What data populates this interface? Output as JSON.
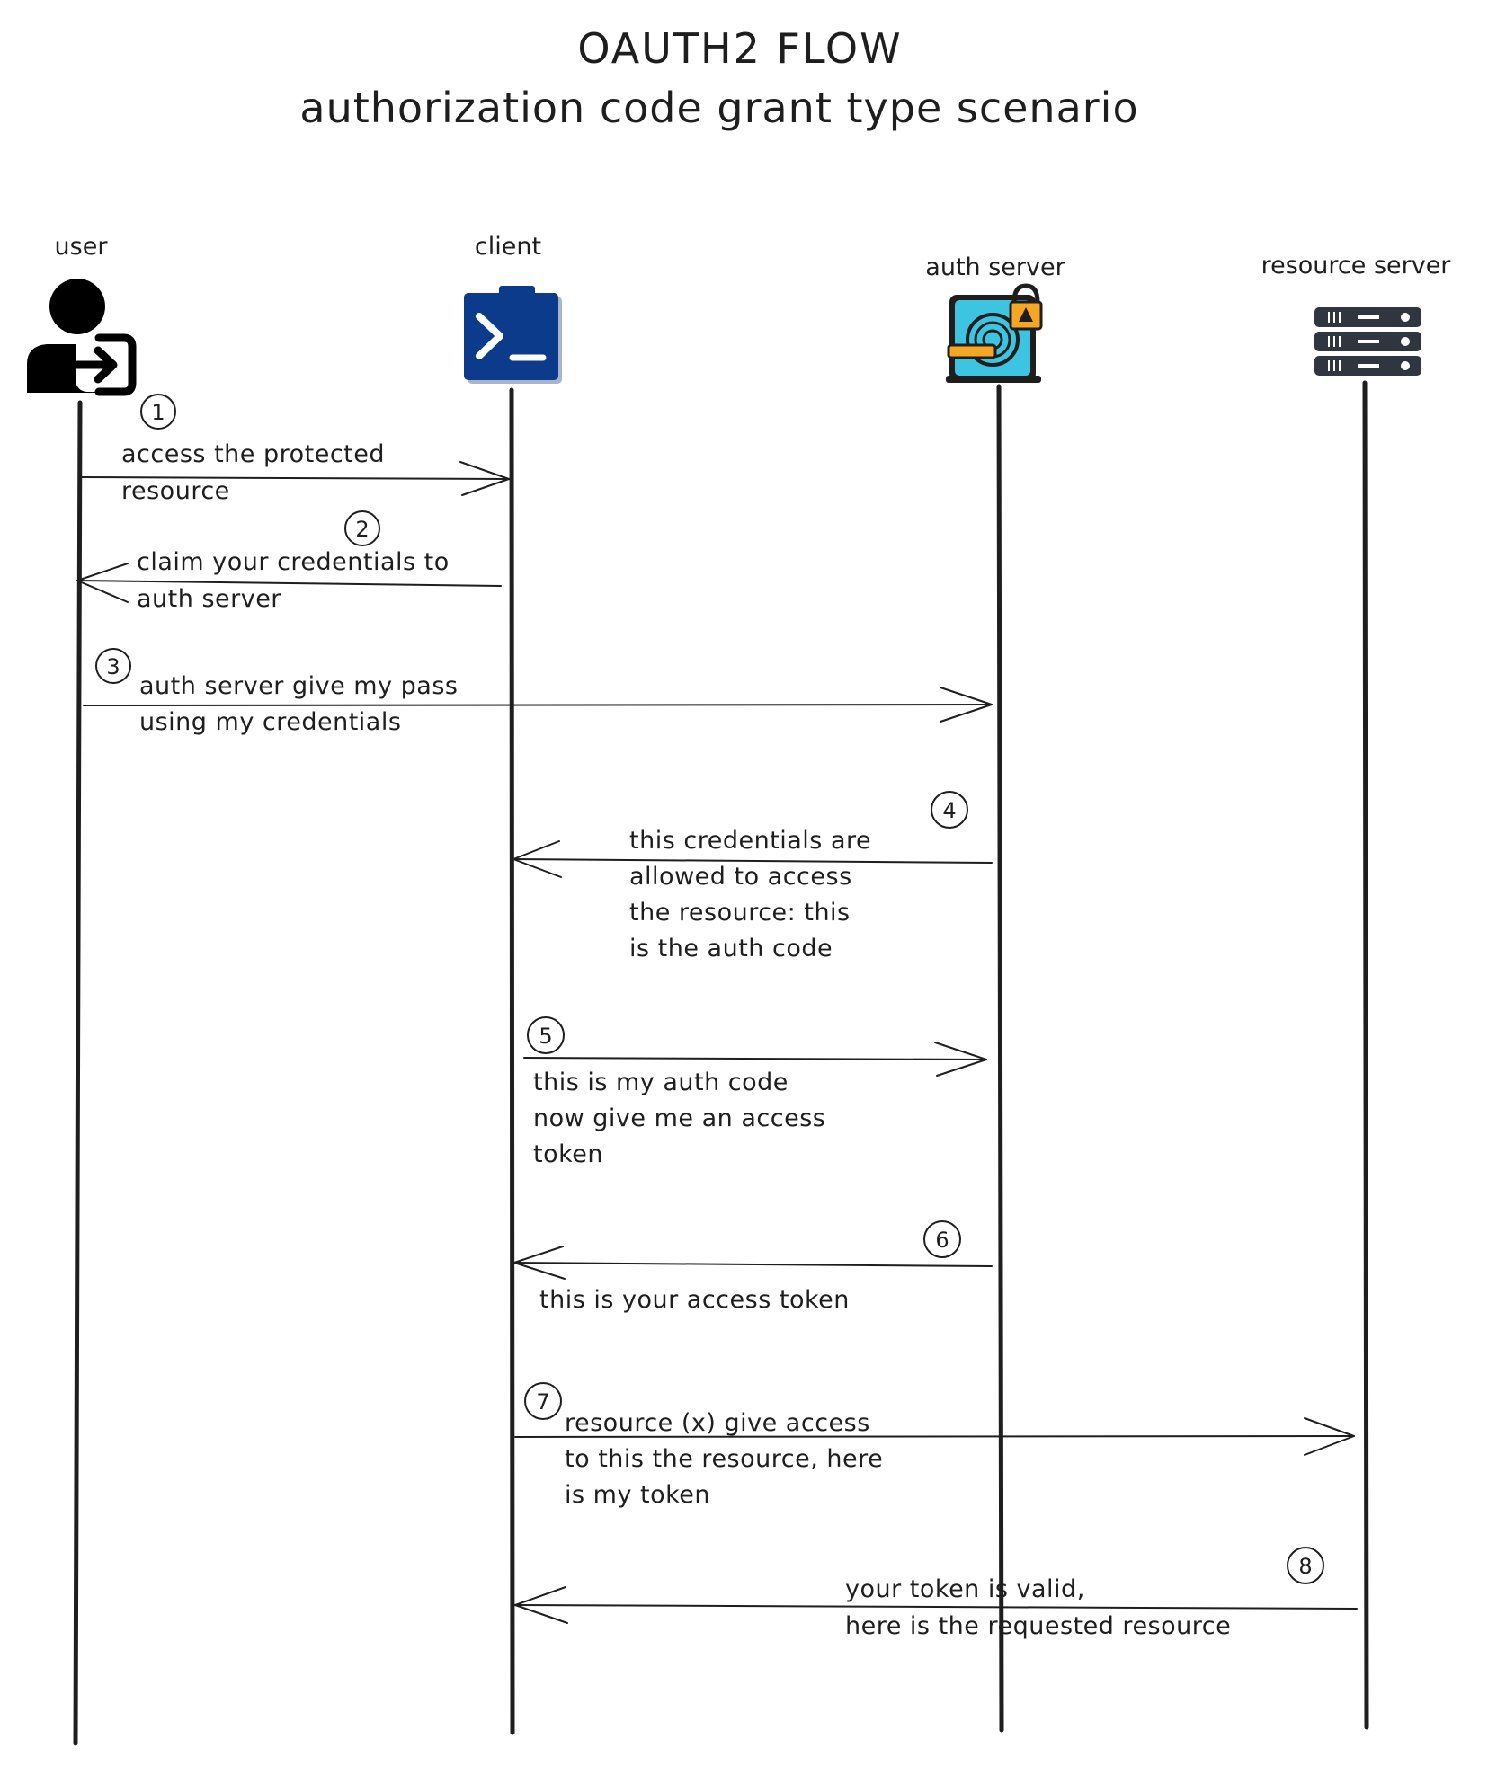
{
  "title": {
    "line1": "OAUTH2 FLOW",
    "line2": "authorization code grant type scenario"
  },
  "participants": [
    {
      "id": "user",
      "label": "user",
      "icon": "user-login-icon"
    },
    {
      "id": "client",
      "label": "client",
      "icon": "powershell-terminal-icon"
    },
    {
      "id": "auth",
      "label": "auth server",
      "icon": "fingerprint-lock-icon"
    },
    {
      "id": "resource",
      "label": "resource server",
      "icon": "server-rack-icon"
    }
  ],
  "messages": [
    {
      "step": "1",
      "from": "user",
      "to": "client",
      "lines": [
        "access the protected",
        "resource"
      ]
    },
    {
      "step": "2",
      "from": "client",
      "to": "user",
      "lines": [
        "claim your credentials to",
        "auth server"
      ]
    },
    {
      "step": "3",
      "from": "user",
      "to": "auth",
      "lines": [
        "auth server give my pass",
        "using my credentials"
      ]
    },
    {
      "step": "4",
      "from": "auth",
      "to": "client",
      "lines": [
        "this credentials are",
        "allowed to access",
        "the resource: this",
        "is the auth code"
      ]
    },
    {
      "step": "5",
      "from": "client",
      "to": "auth",
      "lines": [
        "this is my auth code",
        "now give me an access",
        "token"
      ]
    },
    {
      "step": "6",
      "from": "auth",
      "to": "client",
      "lines": [
        "this is your access token"
      ]
    },
    {
      "step": "7",
      "from": "client",
      "to": "resource",
      "lines": [
        "resource (x) give access",
        "to this the resource, here",
        "is my token"
      ]
    },
    {
      "step": "8",
      "from": "resource",
      "to": "client",
      "lines": [
        "your token is valid,",
        "here is the requested resource"
      ]
    }
  ],
  "colors": {
    "ink": "#1e1e1e",
    "client_blue": "#0c3b8c",
    "client_blue_dark": "#072a66",
    "auth_cyan": "#3cc4e0",
    "auth_orange": "#f5a623",
    "server_gray": "#2f3640"
  }
}
